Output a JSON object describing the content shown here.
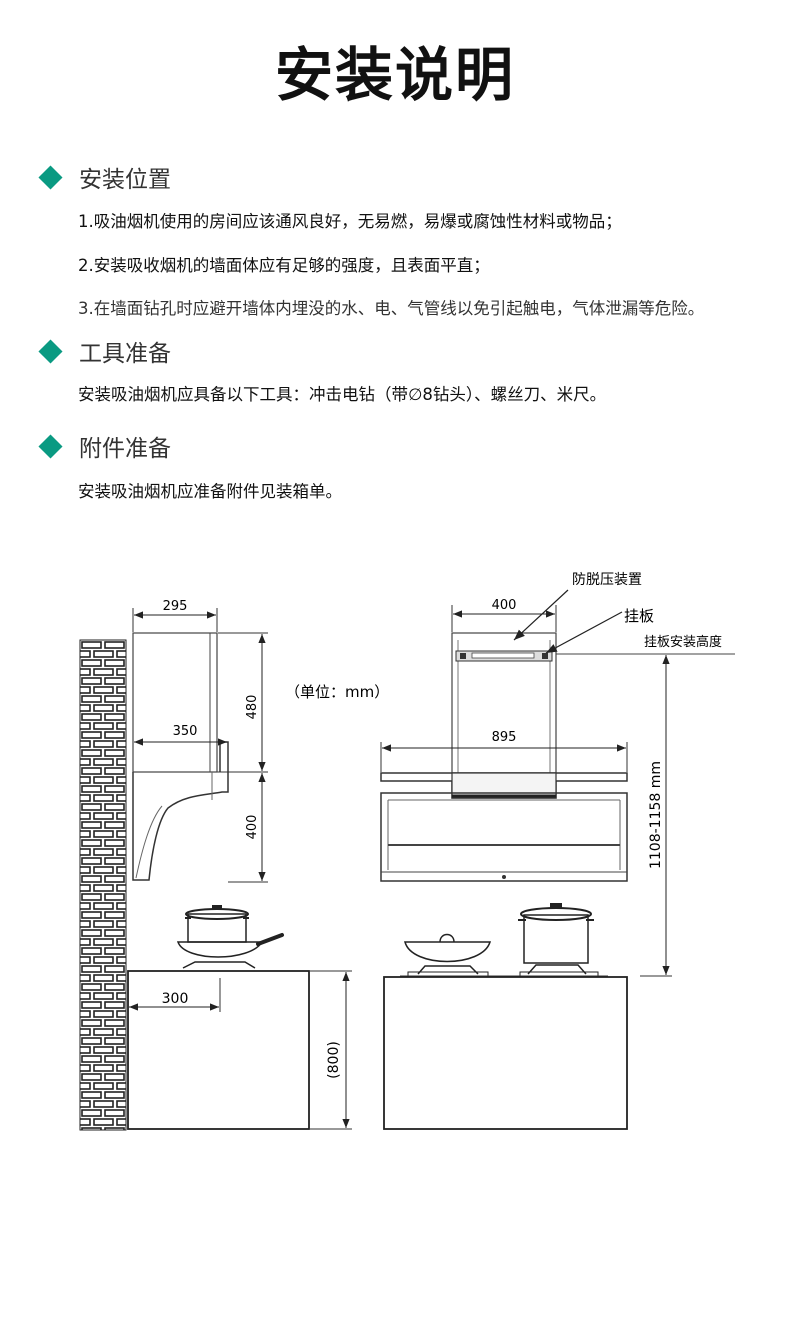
{
  "page": {
    "title": "安装说明"
  },
  "sections": [
    {
      "heading": "安装位置",
      "items": [
        "1.吸油烟机使用的房间应该通风良好，无易燃，易爆或腐蚀性材料或物品；",
        "2.安装吸收烟机的墙面体应有足够的强度，且表面平直；",
        "3.在墙面钻孔时应避开墙体内埋没的水、电、气管线以免引起触电，气体泄漏等危险。"
      ]
    },
    {
      "heading": "工具准备",
      "items": [
        "安装吸油烟机应具备以下工具：冲击电钻（带∅8钻头）、螺丝刀、米尺。"
      ]
    },
    {
      "heading": "附件准备",
      "items": [
        "安装吸油烟机应准备附件见装箱单。"
      ]
    }
  ],
  "diagram": {
    "unit_note": "（单位：mm）",
    "side_view": {
      "dim_top_width": "295",
      "dim_upper_height": "480",
      "dim_hood_depth": "350",
      "dim_lower_height": "400",
      "dim_stove_depth": "300",
      "dim_counter_height": "(800)"
    },
    "front_view": {
      "dim_top_width": "400",
      "dim_full_width": "895",
      "dim_mount_height": "1108-1158 mm",
      "label_anti_pressure": "防脱压装置",
      "label_hanging_plate": "挂板",
      "label_mount_height": "挂板安装高度"
    },
    "colors": {
      "accent": "#0a9a82",
      "line": "#333333"
    }
  }
}
